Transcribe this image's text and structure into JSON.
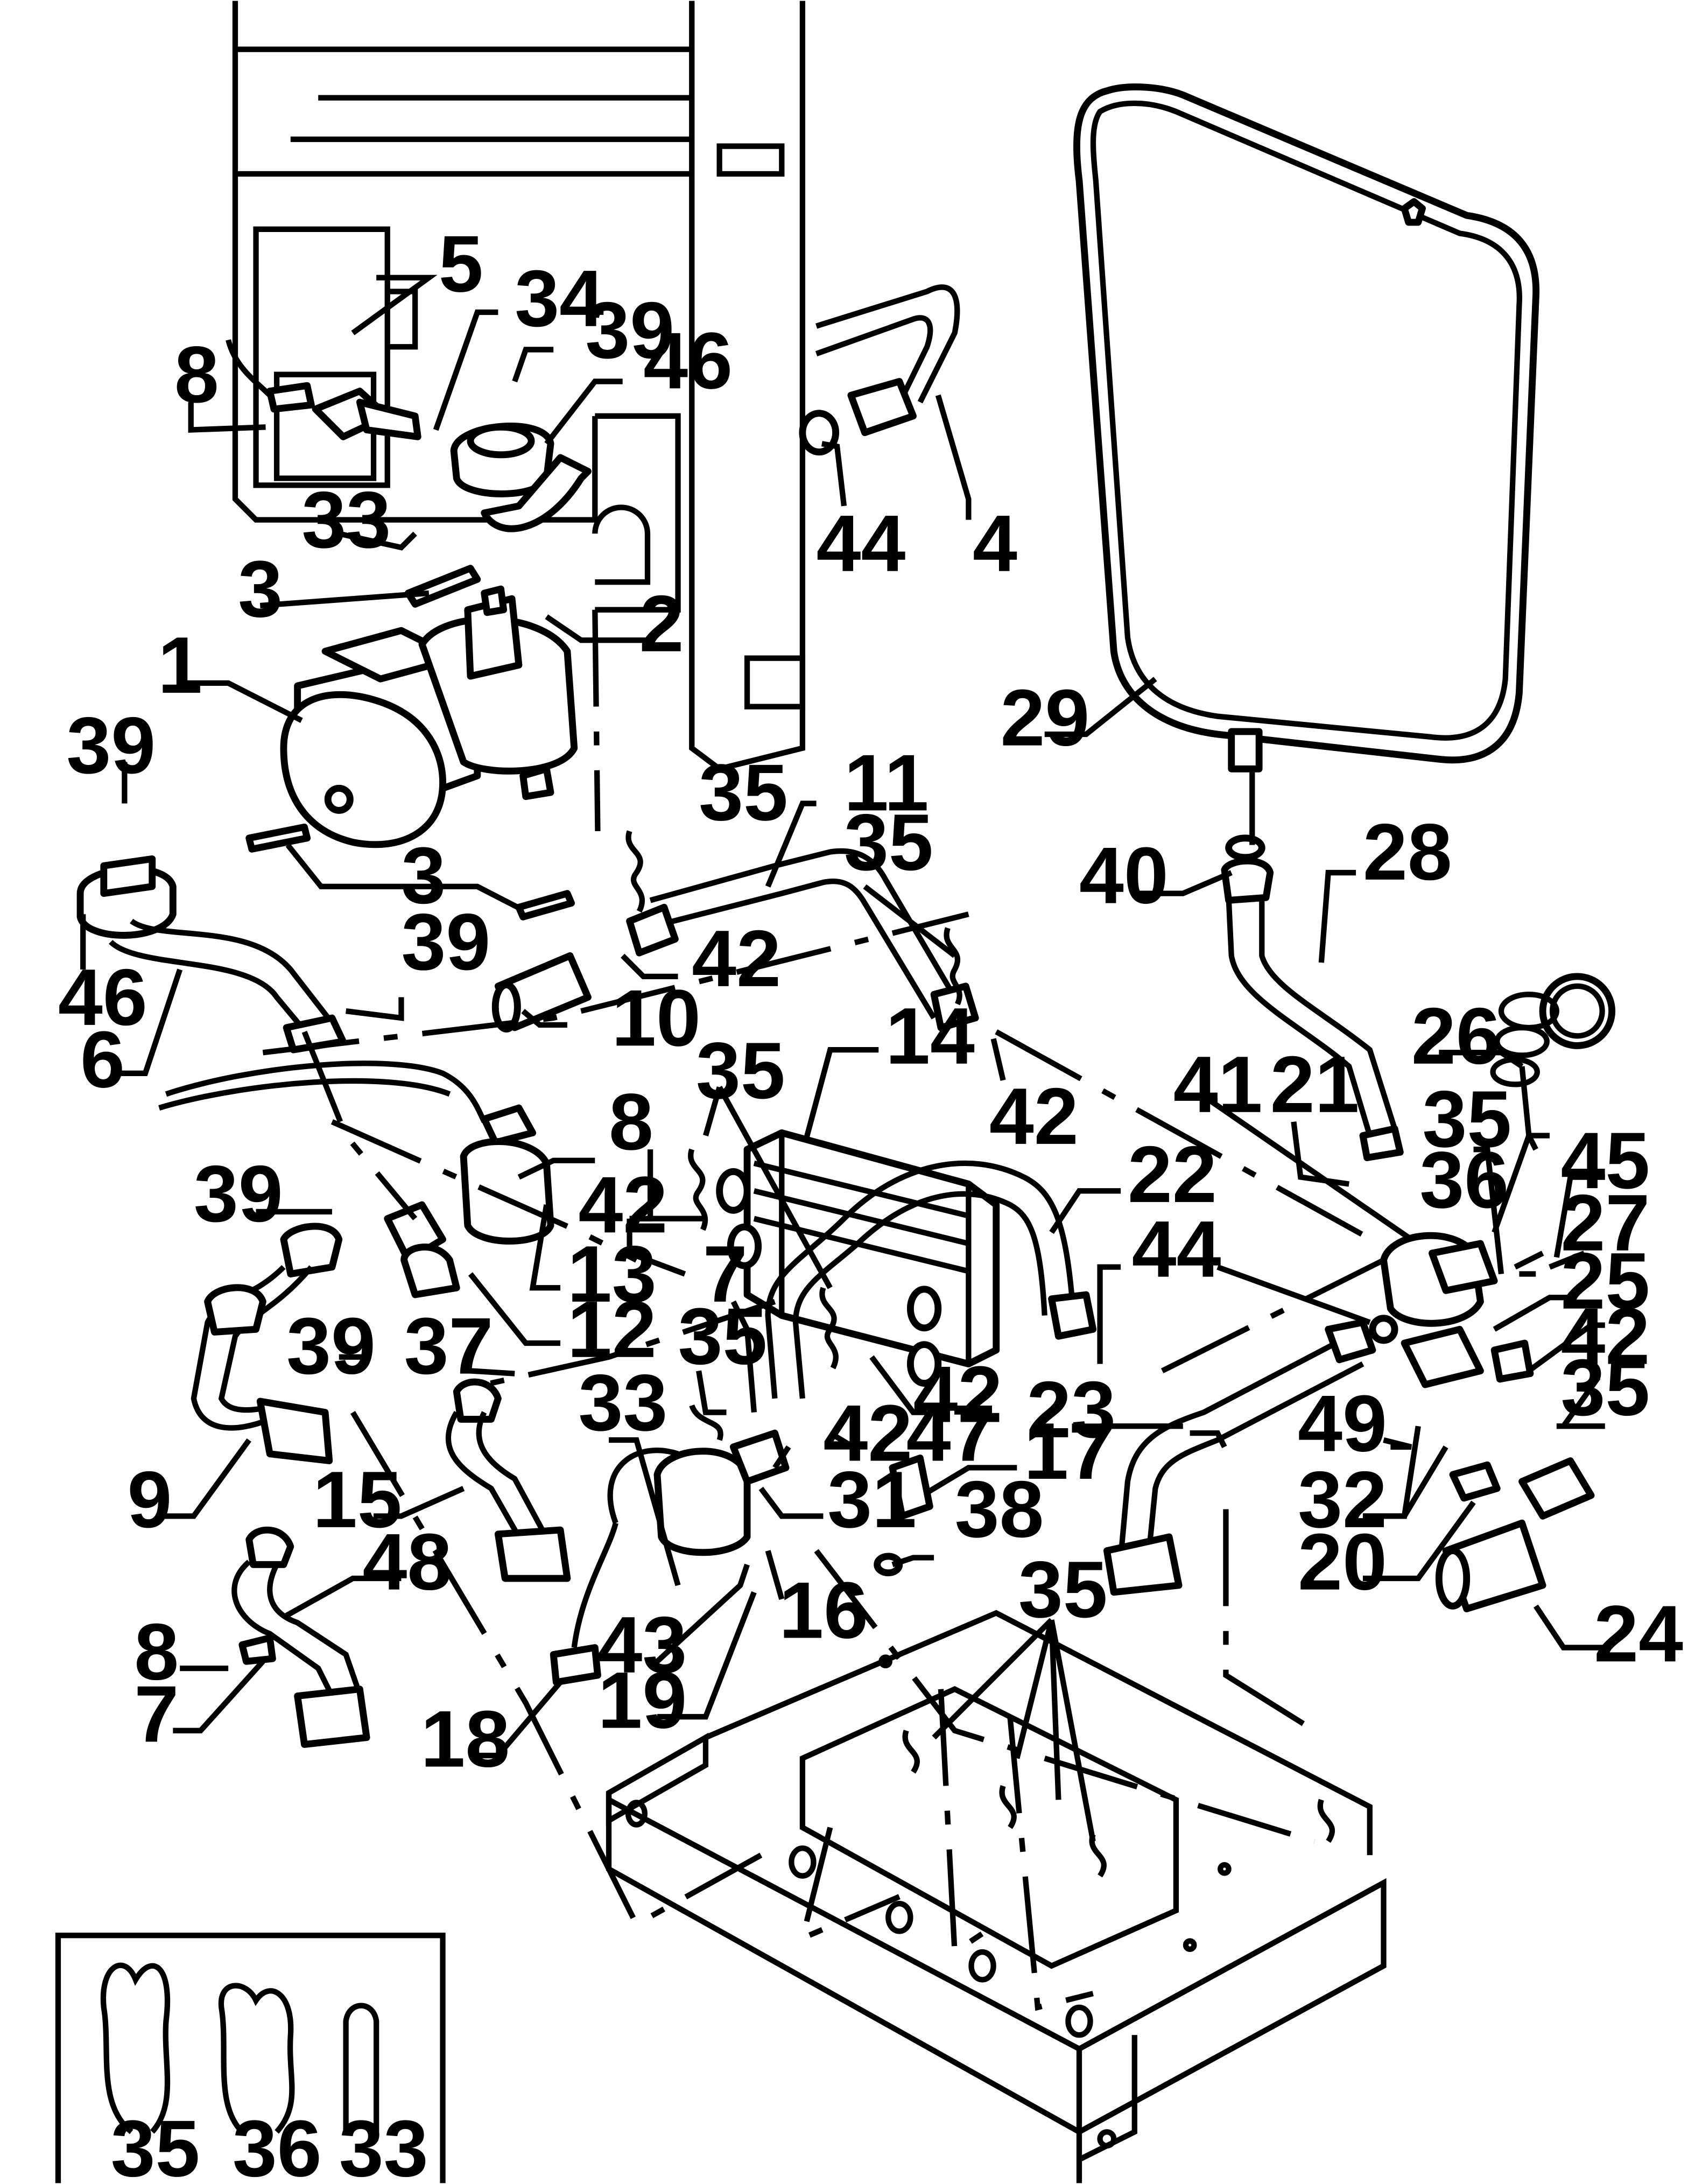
{
  "labels": {
    "l1": "1",
    "l2": "2",
    "l3a": "3",
    "l3b": "3",
    "l4": "4",
    "l5": "5",
    "l6": "6",
    "l7a": "7",
    "l7b": "7",
    "l8a": "8",
    "l8b": "8",
    "l8c": "8",
    "l9": "9",
    "l10": "10",
    "l11": "11",
    "l12": "12",
    "l13": "13",
    "l14": "14",
    "l15": "15",
    "l16": "16",
    "l17": "17",
    "l18": "18",
    "l19": "19",
    "l20": "20",
    "l21": "21",
    "l22": "22",
    "l23": "23",
    "l24": "24",
    "l25": "25",
    "l26": "26",
    "l27": "27",
    "l28": "28",
    "l29": "29",
    "l31": "31",
    "l32": "32",
    "l33a": "33",
    "l33b": "33",
    "l34": "34",
    "l35a": "35",
    "l35b": "35",
    "l35c": "35",
    "l35d": "35",
    "l35e": "35",
    "l35f": "35",
    "l35g": "35",
    "l36": "36",
    "l37": "37",
    "l38": "38",
    "l39a": "39",
    "l39b": "39",
    "l39c": "39",
    "l39d": "39",
    "l39e": "39",
    "l40": "40",
    "l41": "41",
    "l42a": "42",
    "l42b": "42",
    "l42c": "42",
    "l42d": "42",
    "l42e": "42",
    "l42f": "42",
    "l42g": "42",
    "l43": "43",
    "l44a": "44",
    "l44b": "44",
    "l45": "45",
    "l46a": "46",
    "l46b": "46",
    "l47": "47",
    "l48": "48",
    "l49": "49"
  },
  "legend": {
    "clip_a": "35",
    "clip_b": "36",
    "clip_c": "33"
  }
}
